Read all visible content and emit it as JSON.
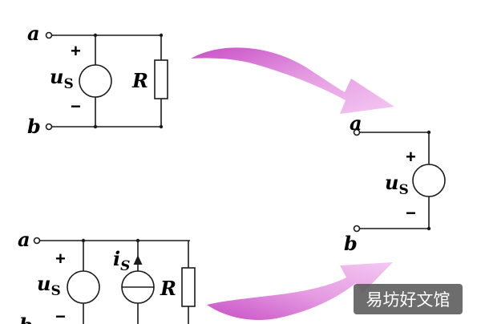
{
  "colors": {
    "wire": "#1a1a1a",
    "arrow_fill": "#e59be2",
    "arrow_edge": "#c84fc6",
    "watermark_bg": "#5d5d5d",
    "watermark_text": "#ffffff"
  },
  "circuit_top": {
    "node_a": "a",
    "node_b": "b",
    "source_symbol": "u",
    "source_subscript": "S",
    "plus": "+",
    "minus": "−",
    "resistor_label": "R"
  },
  "circuit_right": {
    "node_a": "a",
    "node_b": "b",
    "source_symbol": "u",
    "source_subscript": "S",
    "plus": "+",
    "minus": "−"
  },
  "circuit_bottom": {
    "node_a": "a",
    "node_b_partial": "b",
    "source_symbol": "u",
    "source_subscript": "S",
    "current_symbol": "i",
    "current_subscript": "S",
    "plus": "+",
    "minus": "−",
    "resistor_label": "R"
  },
  "watermark": {
    "text": "易坊好文馆"
  }
}
